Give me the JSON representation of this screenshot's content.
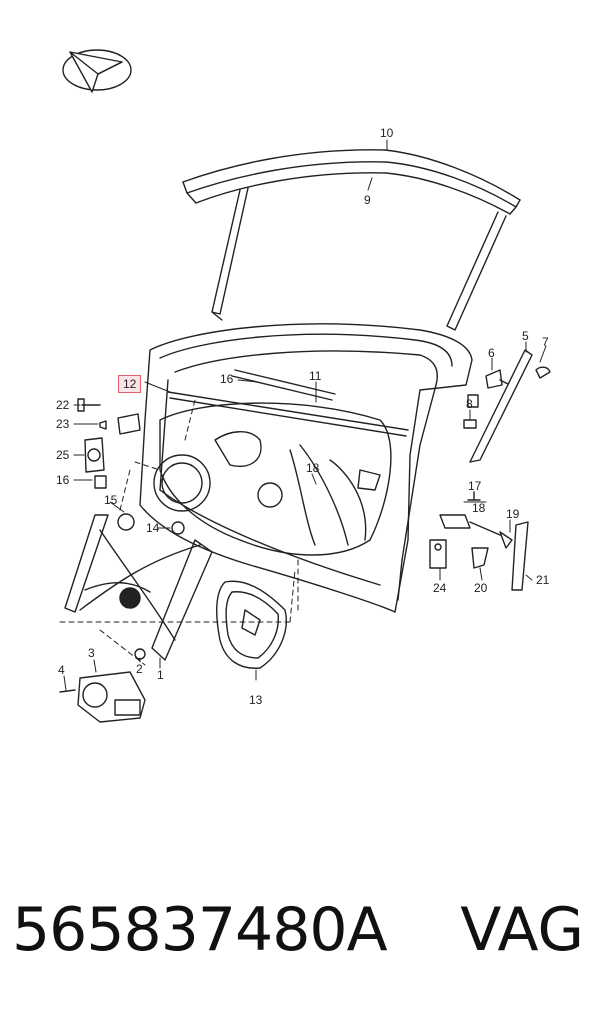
{
  "callouts": {
    "c1": "1",
    "c2": "2",
    "c3": "3",
    "c4": "4",
    "c5": "5",
    "c6": "6",
    "c7": "7",
    "c8": "8",
    "c9": "9",
    "c10": "10",
    "c11": "11",
    "c12": "12",
    "c13": "13",
    "c14": "14",
    "c15": "15",
    "c16a": "16",
    "c16b": "16",
    "c17": "17",
    "c18a": "18",
    "c18b": "18",
    "c19": "19",
    "c20": "20",
    "c21": "21",
    "c22": "22",
    "c23": "23",
    "c24": "24",
    "c25": "25"
  },
  "highlighted_callout": "12",
  "footer": {
    "part_number": "565837480A",
    "brand": "VAG"
  }
}
